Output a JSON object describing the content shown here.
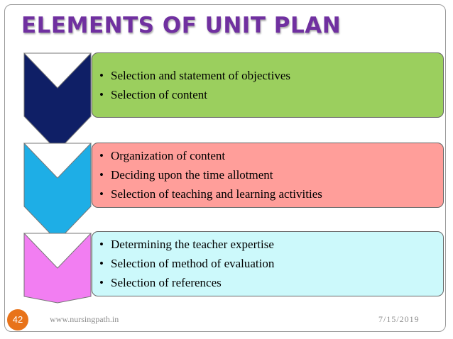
{
  "slide": {
    "title": "ELEMENTS OF UNIT PLAN",
    "title_color": "#7030a0"
  },
  "bullet_glyph": "•",
  "steps": [
    {
      "chevron_color": "#0f1f66",
      "box_color": "#9bcf5e",
      "items": [
        "Selection and statement of objectives",
        "Selection of content"
      ]
    },
    {
      "chevron_color": "#1eaee6",
      "box_color": "#ff9e9a",
      "items": [
        "Organization of content",
        "Deciding upon the time allotment",
        "Selection of teaching and learning activities"
      ]
    },
    {
      "chevron_color": "#f27ef2",
      "box_color": "#ccf9fb",
      "items": [
        "Determining the teacher expertise",
        "Selection of method of evaluation",
        "Selection of references"
      ]
    }
  ],
  "footer": {
    "slide_number": "42",
    "url": "www.nursingpath.in",
    "date": "7/15/2019",
    "number_badge_color": "#e8731a"
  }
}
